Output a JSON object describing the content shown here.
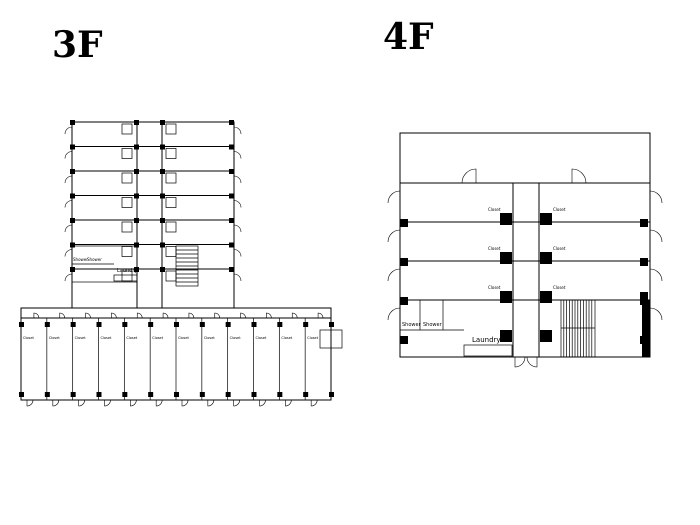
{
  "floors": [
    {
      "title": "3F"
    },
    {
      "title": "4F"
    }
  ],
  "labels": {
    "shower": "Shower",
    "laundry": "Laundry",
    "closet": "Closet"
  },
  "floor3": {
    "stack_rows": 7,
    "bottom_units": 12
  },
  "floor4": {
    "rows": 4
  }
}
